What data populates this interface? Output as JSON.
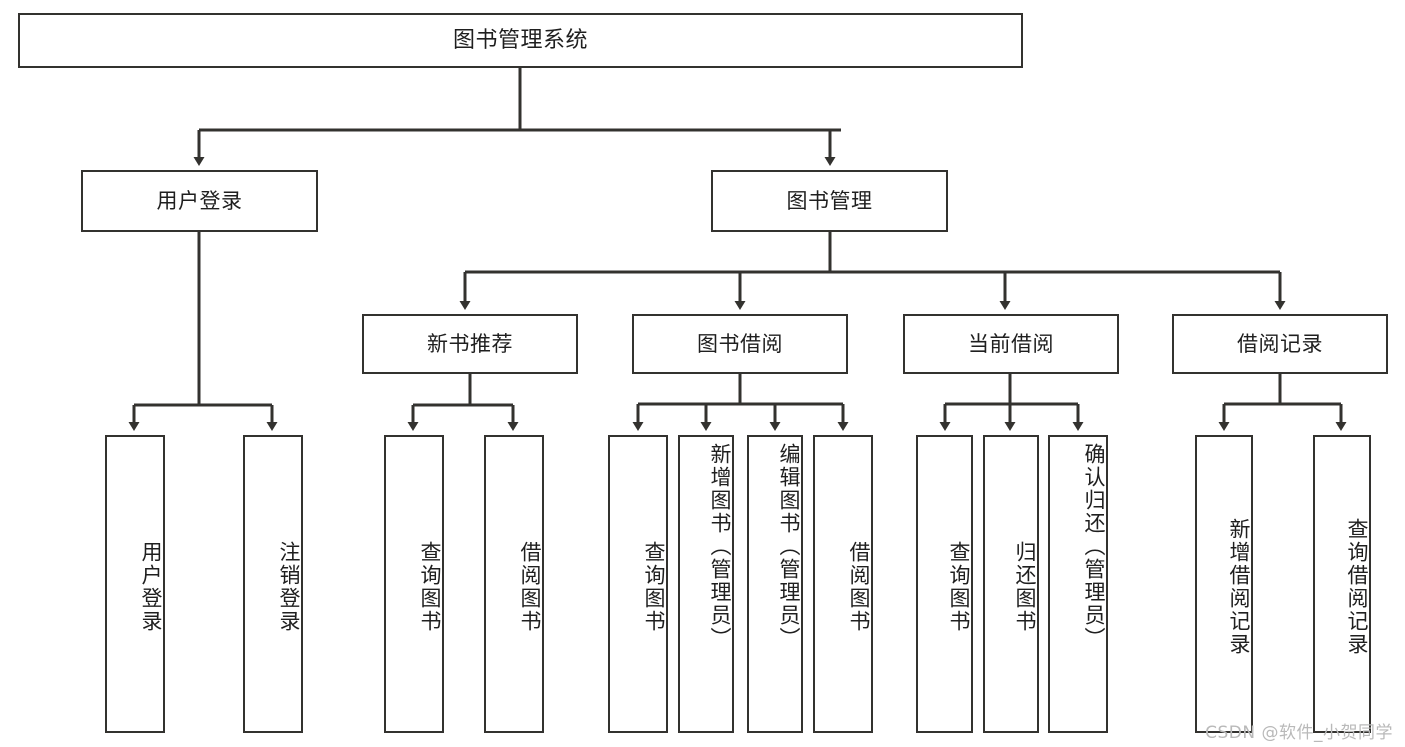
{
  "diagram": {
    "title": "图书管理系统",
    "watermark": "CSDN @软件_小贺同学",
    "colors": {
      "stroke": "#33322f",
      "background": "#ffffff",
      "text": "#1f1f1f",
      "watermark": "#b9b9b9"
    },
    "levels": {
      "root": "图书管理系统",
      "level2": [
        "用户登录",
        "图书管理"
      ],
      "level3": [
        "新书推荐",
        "图书借阅",
        "当前借阅",
        "借阅记录"
      ]
    },
    "nodes": {
      "root": {
        "label": "图书管理系统"
      },
      "user_login": {
        "label": "用户登录"
      },
      "book_manage": {
        "label": "图书管理"
      },
      "new_book_rec": {
        "label": "新书推荐"
      },
      "book_borrow": {
        "label": "图书借阅"
      },
      "current_borrow": {
        "label": "当前借阅"
      },
      "borrow_record": {
        "label": "借阅记录"
      },
      "leaf_user_login": {
        "label": "用户登录"
      },
      "leaf_logout": {
        "label": "注销登录"
      },
      "leaf_query_book_1": {
        "label": "查询图书"
      },
      "leaf_borrow_book_1": {
        "label": "借阅图书"
      },
      "leaf_query_book_2": {
        "label": "查询图书"
      },
      "leaf_add_book": {
        "label": "新增图书（管理员）"
      },
      "leaf_edit_book": {
        "label": "编辑图书（管理员）"
      },
      "leaf_borrow_book_2": {
        "label": "借阅图书"
      },
      "leaf_query_book_3": {
        "label": "查询图书"
      },
      "leaf_return_book": {
        "label": "归还图书"
      },
      "leaf_confirm_return": {
        "label": "确认归还（管理员）"
      },
      "leaf_add_record": {
        "label": "新增借阅记录"
      },
      "leaf_query_record": {
        "label": "查询借阅记录"
      }
    }
  }
}
